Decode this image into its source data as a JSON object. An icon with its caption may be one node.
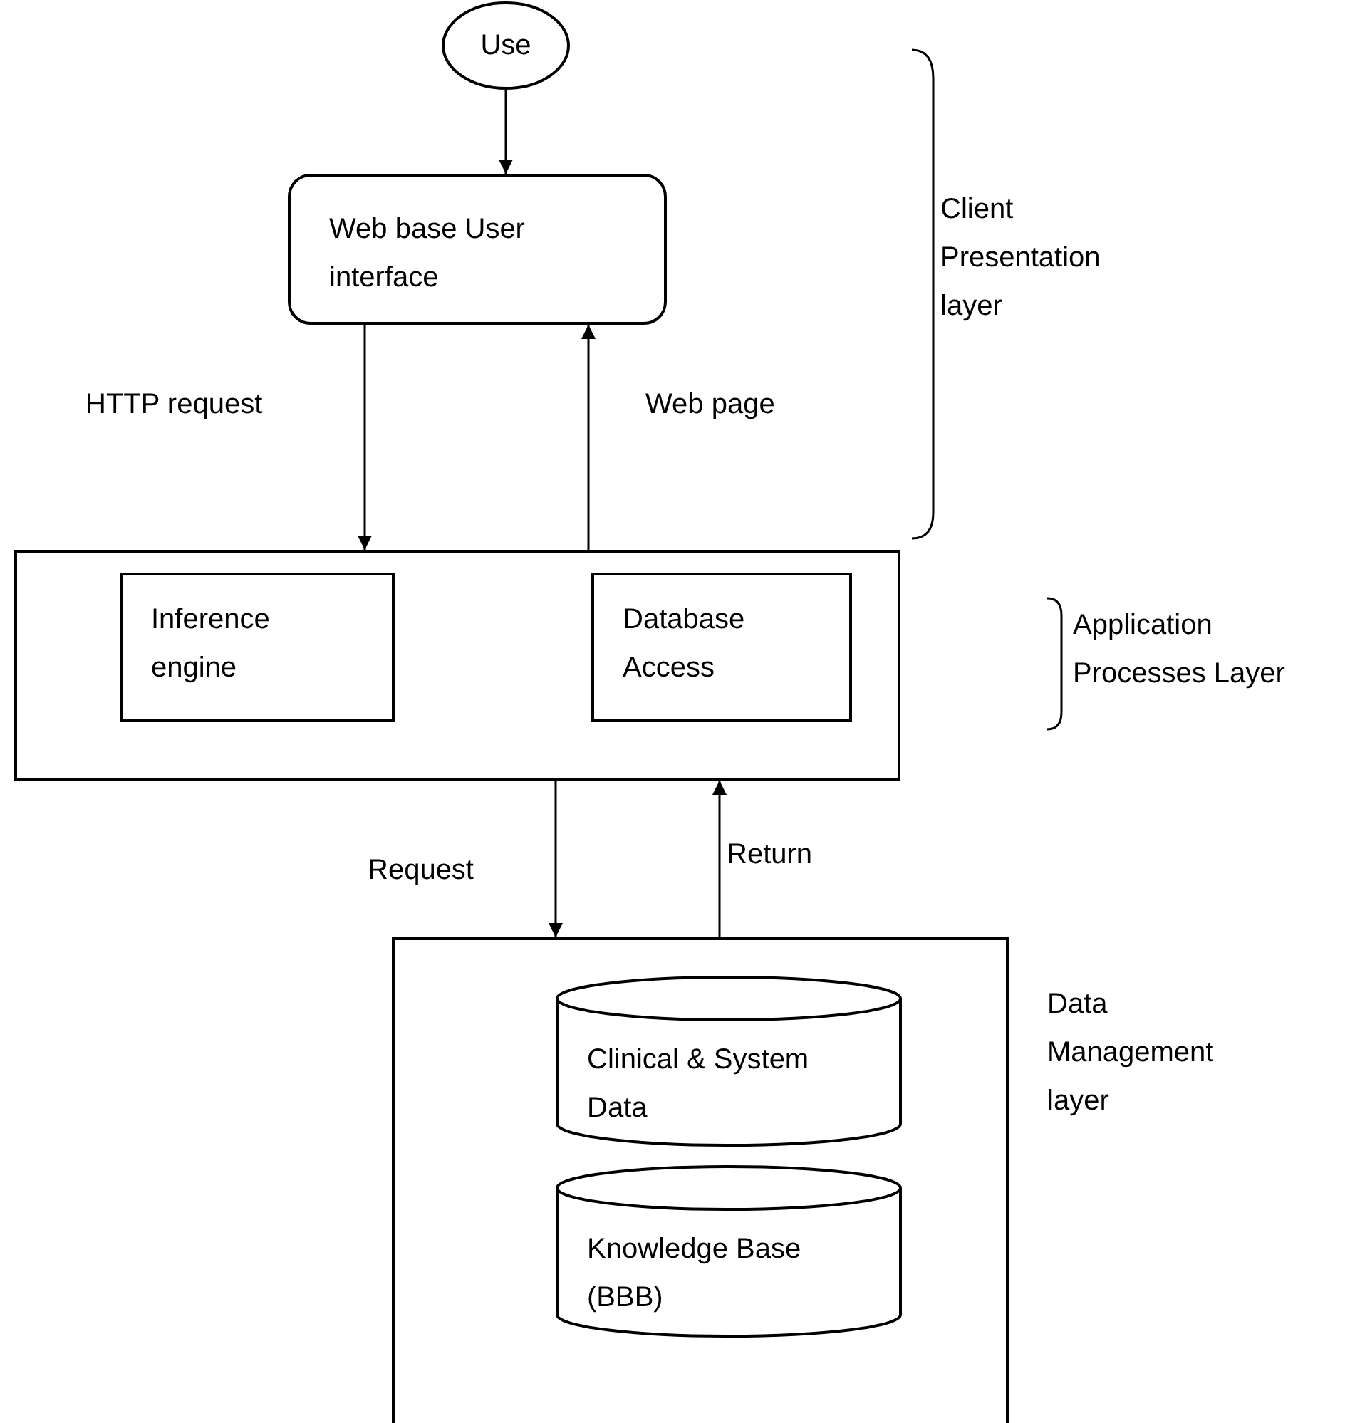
{
  "diagram": {
    "nodes": [
      {
        "text": [
          "Use"
        ]
      },
      {
        "text": [
          "Web base User interface"
        ]
      },
      {
        "text": [],
        "shape": "box"
      },
      {
        "text": [
          "Inference engine"
        ],
        "in": 2
      },
      {
        "text": [
          "Database Access"
        ],
        "in": 2
      },
      {
        "text": [],
        "shape": "box"
      },
      {
        "text": [
          "Clinical & System Data"
        ],
        "in": 5
      },
      {
        "text": [
          "Knowledge Base (BBB)"
        ],
        "in": 5
      }
    ],
    "edges": [
      {
        "from": 0,
        "to": 1,
        "arrow": "to"
      },
      {
        "from": 1,
        "to": 2,
        "arrow": "to",
        "label": "HTTP request"
      },
      {
        "from": 2,
        "to": 1,
        "arrow": "to",
        "label": "Web page"
      },
      {
        "from": 2,
        "to": 5,
        "arrow": "to",
        "label": "Request"
      },
      {
        "from": 5,
        "to": 2,
        "arrow": "to",
        "label": "Return"
      }
    ],
    "labels": [
      "Client Presentation layer",
      "Application Processes Layer",
      "Data Management layer"
    ]
  }
}
